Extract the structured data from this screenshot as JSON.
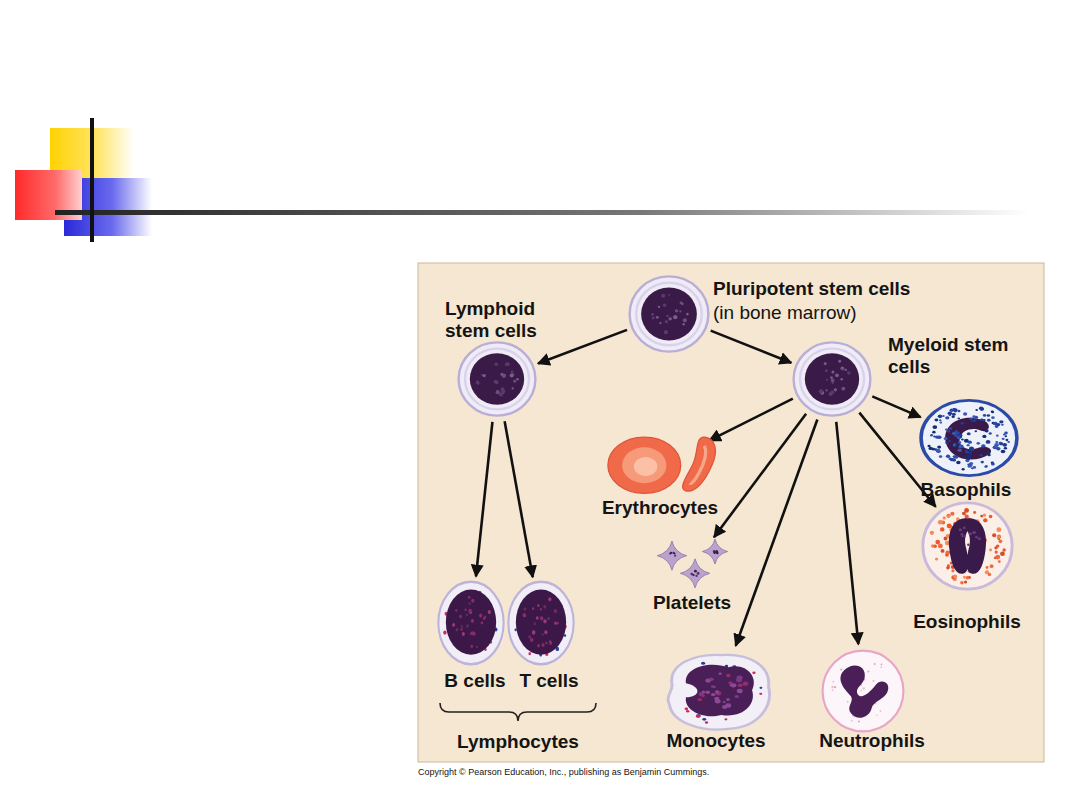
{
  "diagram": {
    "nodes": [
      {
        "text": [
          "Pluripotent stem cells",
          "(in bone marrow)"
        ]
      },
      {
        "text": [
          "Lymphoid stem cells"
        ]
      },
      {
        "text": [
          "Myeloid stem cells"
        ]
      },
      {
        "text": [
          "Erythrocytes"
        ]
      },
      {
        "text": [
          "Basophils"
        ]
      },
      {
        "text": [
          "Platelets"
        ]
      },
      {
        "text": [
          "Eosinophils"
        ]
      },
      {
        "text": [
          "B cells"
        ]
      },
      {
        "text": [
          "T cells"
        ]
      },
      {
        "text": [
          "Monocytes"
        ]
      },
      {
        "text": [
          "Neutrophils"
        ]
      }
    ],
    "edges": [
      {
        "from": 0,
        "to": 1,
        "arrow": "to"
      },
      {
        "from": 0,
        "to": 2,
        "arrow": "to"
      },
      {
        "from": 1,
        "to": 7,
        "arrow": "to"
      },
      {
        "from": 1,
        "to": 8,
        "arrow": "to"
      },
      {
        "from": 2,
        "to": 3,
        "arrow": "to"
      },
      {
        "from": 2,
        "to": 4,
        "arrow": "to"
      },
      {
        "from": 2,
        "to": 5,
        "arrow": "to"
      },
      {
        "from": 2,
        "to": 6,
        "arrow": "to"
      },
      {
        "from": 2,
        "to": 9,
        "arrow": "to"
      },
      {
        "from": 2,
        "to": 10,
        "arrow": "to"
      }
    ],
    "labels": [
      "Lymphocytes",
      "Copyright © Pearson Education, Inc., publishing as Benjamin Cummings."
    ]
  }
}
